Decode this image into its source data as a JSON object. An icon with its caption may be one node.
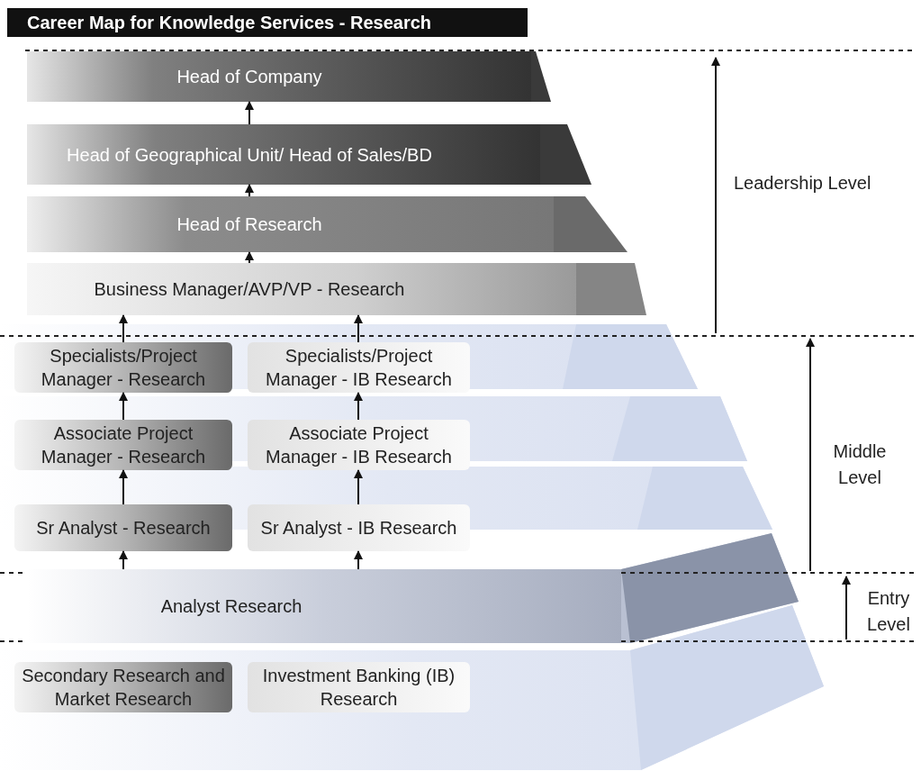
{
  "diagram": {
    "title": "Career Map for Knowledge Services - Research",
    "nodes": [
      {
        "text": [
          "Head of Company"
        ]
      },
      {
        "text": [
          "Head of Geographical Unit/ Head of Sales/BD"
        ]
      },
      {
        "text": [
          "Head of Research"
        ]
      },
      {
        "text": [
          "Business Manager/AVP/VP - Research"
        ]
      },
      {
        "text": [
          "Specialists/Project Manager - Research"
        ]
      },
      {
        "text": [
          "Specialists/Project Manager - IB Research"
        ]
      },
      {
        "text": [
          "Associate Project Manager - Research"
        ]
      },
      {
        "text": [
          "Associate Project Manager - IB Research"
        ]
      },
      {
        "text": [
          "Sr Analyst - Research"
        ]
      },
      {
        "text": [
          "Sr Analyst - IB Research"
        ]
      },
      {
        "text": [
          "Analyst Research"
        ]
      },
      {
        "text": [
          "Secondary Research and Market Research"
        ]
      },
      {
        "text": [
          "Investment Banking (IB) Research"
        ]
      }
    ],
    "edges": [
      {
        "from": 1,
        "to": 0,
        "arrow": "to"
      },
      {
        "from": 2,
        "to": 1,
        "arrow": "to"
      },
      {
        "from": 3,
        "to": 2,
        "arrow": "to"
      },
      {
        "from": 4,
        "to": 3,
        "arrow": "to"
      },
      {
        "from": 5,
        "to": 3,
        "arrow": "to"
      },
      {
        "from": 6,
        "to": 4,
        "arrow": "to"
      },
      {
        "from": 7,
        "to": 5,
        "arrow": "to"
      },
      {
        "from": 8,
        "to": 6,
        "arrow": "to"
      },
      {
        "from": 9,
        "to": 7,
        "arrow": "to"
      },
      {
        "from": 10,
        "to": 8,
        "arrow": "to"
      },
      {
        "from": 10,
        "to": 9,
        "arrow": "to"
      }
    ],
    "labels": [
      "Leadership Level",
      "Middle Level",
      "Entry Level"
    ]
  }
}
